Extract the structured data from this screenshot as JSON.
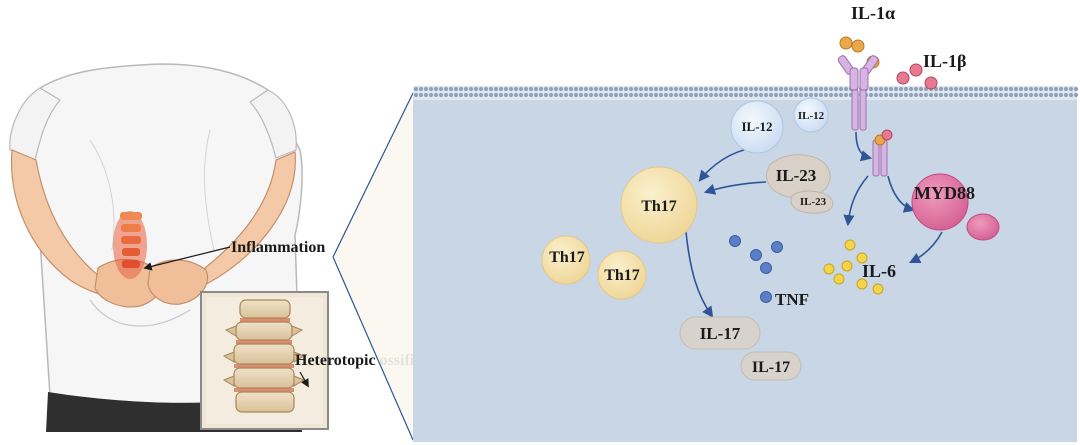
{
  "labels": {
    "inflammation": "Inflammation",
    "heterotopic_ossification": "Heterotopic ossification"
  },
  "cytokines": {
    "il1a": "IL-1α",
    "il1b": "IL-1β",
    "il12_large": "IL-12",
    "il12_small": "IL-12",
    "il23_large": "IL-23",
    "il23_small": "IL-23",
    "th17_main": "Th17",
    "th17_a": "Th17",
    "th17_b": "Th17",
    "myd88": "MYD88",
    "il6": "IL-6",
    "tnf": "TNF",
    "il17_a": "IL-17",
    "il17_b": "IL-17"
  },
  "colors": {
    "cell_interior": "#c9d6e6",
    "membrane": "#8fa2bc",
    "th17": "#f3dfa6",
    "il12": "#dbe8f7",
    "il23": "#d9d0c8",
    "il17": "#d8d2cc",
    "myd88": "#e07aa6",
    "il1a_dot": "#e9a94a",
    "il1b_dot": "#e0728a",
    "il6_dot": "#f5d44a",
    "tnf_dot": "#5b7fc6",
    "arrow": "#2f5597",
    "receptor": "#c9a2d6"
  }
}
